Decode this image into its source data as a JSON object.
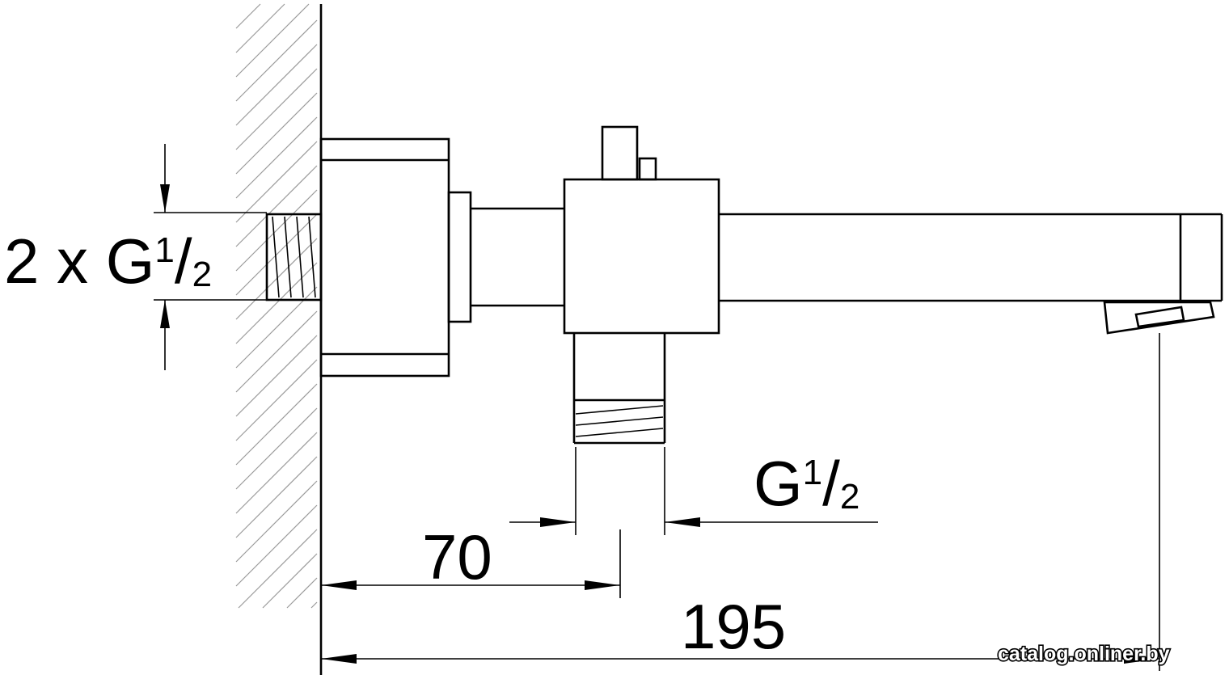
{
  "dimensions": {
    "inlet_thread": {
      "prefix": "2 x G",
      "sup": "1",
      "slash": "/",
      "sub": "2"
    },
    "outlet_thread": {
      "prefix": "G",
      "sup": "1",
      "slash": "/",
      "sub": "2"
    },
    "wall_to_outlet": "70",
    "wall_to_spout": "195"
  },
  "watermark": "catalog.onliner.by",
  "colors": {
    "line": "#000000",
    "hatch": "#9a9a9a",
    "background": "#ffffff"
  }
}
